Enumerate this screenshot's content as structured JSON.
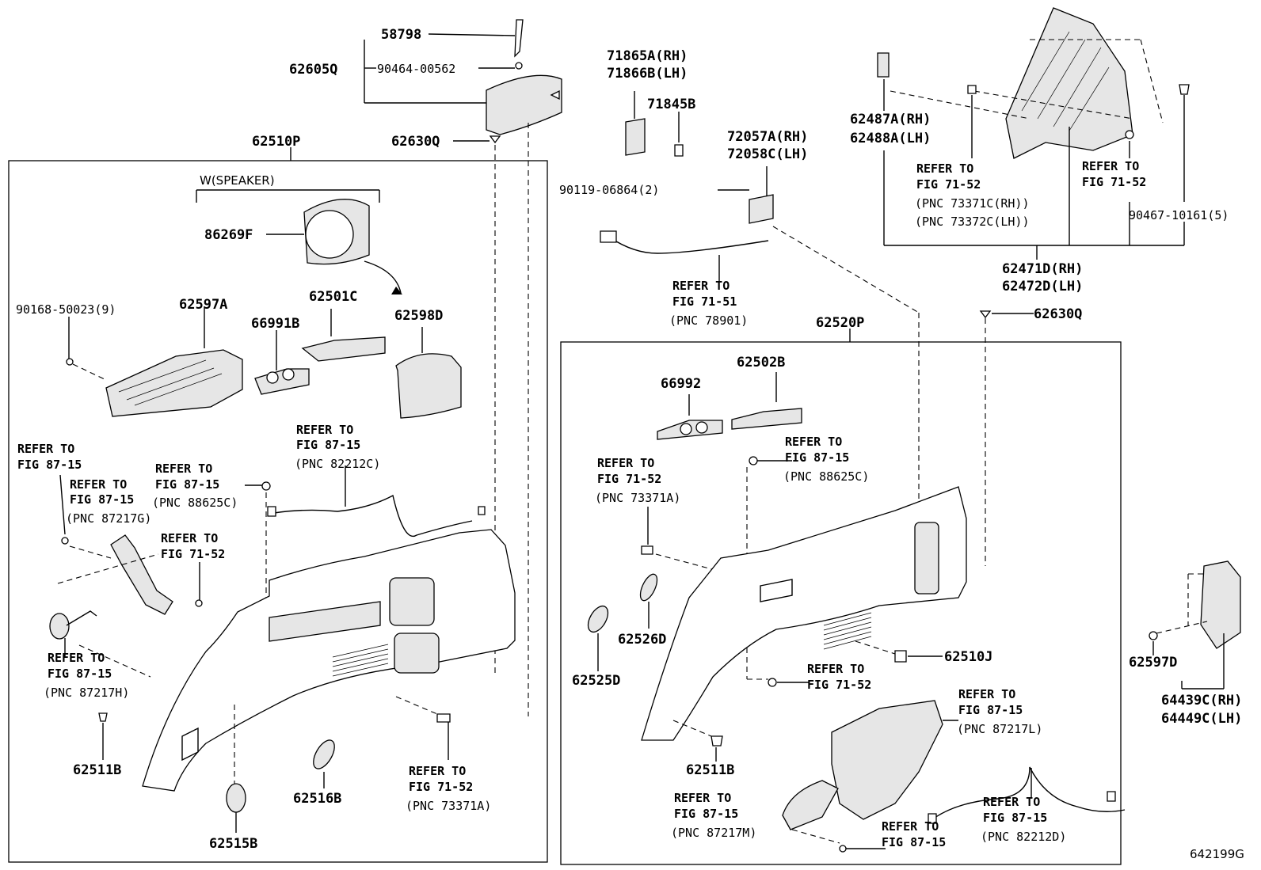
{
  "figure_id": "642199G",
  "group_labels": {
    "speaker": "W(SPEAKER)"
  },
  "parts": {
    "p58798": "58798",
    "p62605Q": "62605Q",
    "p90464": "90464-00562",
    "p62510P": "62510P",
    "p62630Q_left": "62630Q",
    "p86269F": "86269F",
    "p62597A": "62597A",
    "p62501C": "62501C",
    "p66991B": "66991B",
    "p62598D": "62598D",
    "p90168": "90168-50023(9)",
    "p62511B_left": "62511B",
    "p62516B": "62516B",
    "p62515B": "62515B",
    "p71865A": "71865A(RH)",
    "p71866B": "71866B(LH)",
    "p71845B": "71845B",
    "p72057A": "72057A(RH)",
    "p72058C": "72058C(LH)",
    "p90119": "90119-06864(2)",
    "p62487A": "62487A(RH)",
    "p62488A": "62488A(LH)",
    "p90467": "90467-10161(5)",
    "p62471D": "62471D(RH)",
    "p62472D": "62472D(LH)",
    "p62520P": "62520P",
    "p62630Q_right": "62630Q",
    "p66992": "66992",
    "p62502B": "62502B",
    "p62526D": "62526D",
    "p62525D": "62525D",
    "p62510J": "62510J",
    "p62511B_right": "62511B",
    "p62597D": "62597D",
    "p64439C": "64439C(RH)",
    "p64449C": "64449C(LH)"
  },
  "refer_to": "REFER TO",
  "references": {
    "r1": {
      "fig": "FIG 87-15",
      "pnc": ""
    },
    "r2": {
      "fig": "FIG 87-15",
      "pnc": "(PNC 87217G)"
    },
    "r3": {
      "fig": "FIG 87-15",
      "pnc": "(PNC 88625C)"
    },
    "r4": {
      "fig": "FIG 87-15",
      "pnc": "(PNC 82212C)"
    },
    "r5": {
      "fig": "FIG 71-52",
      "pnc": ""
    },
    "r6": {
      "fig": "FIG 87-15",
      "pnc": "(PNC 87217H)"
    },
    "r7": {
      "fig": "FIG 71-52",
      "pnc": "(PNC 73371A)"
    },
    "r8": {
      "fig": "FIG 71-51",
      "pnc": "(PNC 78901)"
    },
    "r9": {
      "fig": "FIG 71-52",
      "pnc1": "(PNC 73371C(RH))",
      "pnc2": "(PNC 73372C(LH))"
    },
    "r10": {
      "fig": "FIG 71-52",
      "pnc": ""
    },
    "r11": {
      "fig": "FIG 71-52",
      "pnc": "(PNC 73371A)"
    },
    "r12": {
      "fig": "FIG 87-15",
      "pnc": "(PNC 88625C)"
    },
    "r13": {
      "fig": "FIG 71-52",
      "pnc": ""
    },
    "r14": {
      "fig": "FIG 87-15",
      "pnc": "(PNC 87217L)"
    },
    "r15": {
      "fig": "FIG 87-15",
      "pnc": "(PNC 87217M)"
    },
    "r16": {
      "fig": "FIG 87-15",
      "pnc": ""
    },
    "r17": {
      "fig": "FIG 87-15",
      "pnc": "(PNC 82212D)"
    }
  }
}
